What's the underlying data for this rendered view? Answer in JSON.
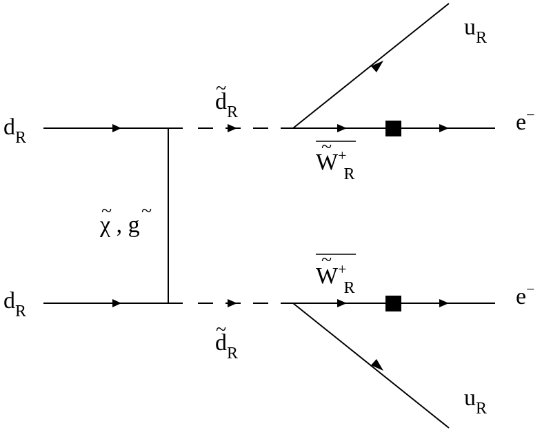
{
  "particles": {
    "incoming_top": {
      "symbol": "d",
      "subscript": "R"
    },
    "incoming_bottom": {
      "symbol": "d",
      "subscript": "R"
    },
    "exchange": {
      "label": "χ , g",
      "tilde": "~"
    },
    "squark_top": {
      "symbol": "d",
      "subscript": "R",
      "tilde": "~"
    },
    "squark_bottom": {
      "symbol": "d",
      "subscript": "R",
      "tilde": "~"
    },
    "wino_top": {
      "symbol": "W",
      "superscript": "+",
      "subscript": "R",
      "tilde": "~"
    },
    "wino_bottom": {
      "symbol": "W",
      "superscript": "+",
      "subscript": "R",
      "tilde": "~"
    },
    "outgoing_quark_top": {
      "symbol": "u",
      "subscript": "R"
    },
    "outgoing_quark_bottom": {
      "symbol": "u",
      "subscript": "R"
    },
    "electron_top": {
      "symbol": "e",
      "superscript": "−"
    },
    "electron_bottom": {
      "symbol": "e",
      "superscript": "−"
    }
  }
}
